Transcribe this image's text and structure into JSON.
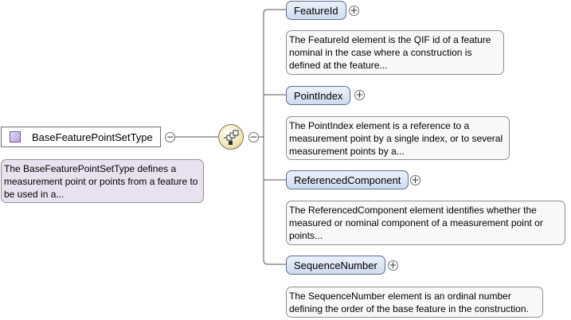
{
  "root": {
    "label": "BaseFeaturePointSetType",
    "description": "The BaseFeaturePointSetType defines a measurement point or points from a feature to be used in a...",
    "collapse_symbol": "−"
  },
  "sequence": {
    "icon": "sequence-compositor-icon",
    "collapse_symbol": "−"
  },
  "elements": [
    {
      "label": "FeatureId",
      "expand_symbol": "+",
      "description": "The FeatureId element is the QIF id of a feature nominal in the case where a construction is defined at the feature..."
    },
    {
      "label": "PointIndex",
      "expand_symbol": "+",
      "description": "The PointIndex element is a reference to a measurement point by a single index, or to several measurement points by a..."
    },
    {
      "label": "ReferencedComponent",
      "expand_symbol": "+",
      "description": "The ReferencedComponent element identifies whether the measured or nominal component of a measurement point or points..."
    },
    {
      "label": "SequenceNumber",
      "expand_symbol": "+",
      "description": "The SequenceNumber element is an ordinal number defining the order of the base feature in the construction."
    }
  ],
  "colors": {
    "type_bg": "#e8e2f0",
    "element_bg": "#dce6f4",
    "note_bg": "#f8f8f8",
    "connector": "#555555"
  }
}
